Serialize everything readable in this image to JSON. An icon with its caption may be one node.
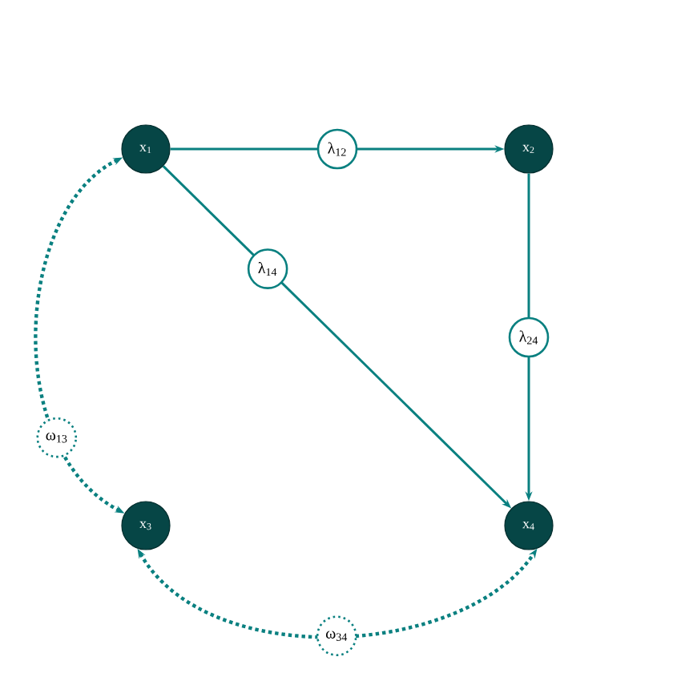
{
  "diagram": {
    "nodes": [
      {
        "text": [
          "x$_{1}$"
        ]
      },
      {
        "text": [
          "x$_{2}$"
        ]
      },
      {
        "text": [
          "x$_{3}$"
        ]
      },
      {
        "text": [
          "x$_{4}$"
        ]
      }
    ],
    "edges": [
      {
        "from": 0,
        "to": 1,
        "arrow": "to",
        "label": "λ$_{12}$"
      },
      {
        "from": 0,
        "to": 3,
        "arrow": "to",
        "label": "λ$_{14}$"
      },
      {
        "from": 1,
        "to": 3,
        "arrow": "to",
        "label": "λ$_{24}$"
      },
      {
        "from": 0,
        "to": 2,
        "arrow": "both",
        "label": "ω$_{13}$",
        "style": "dashed"
      },
      {
        "from": 2,
        "to": 3,
        "arrow": "both",
        "label": "ω$_{34}$",
        "style": "dashed"
      }
    ]
  }
}
